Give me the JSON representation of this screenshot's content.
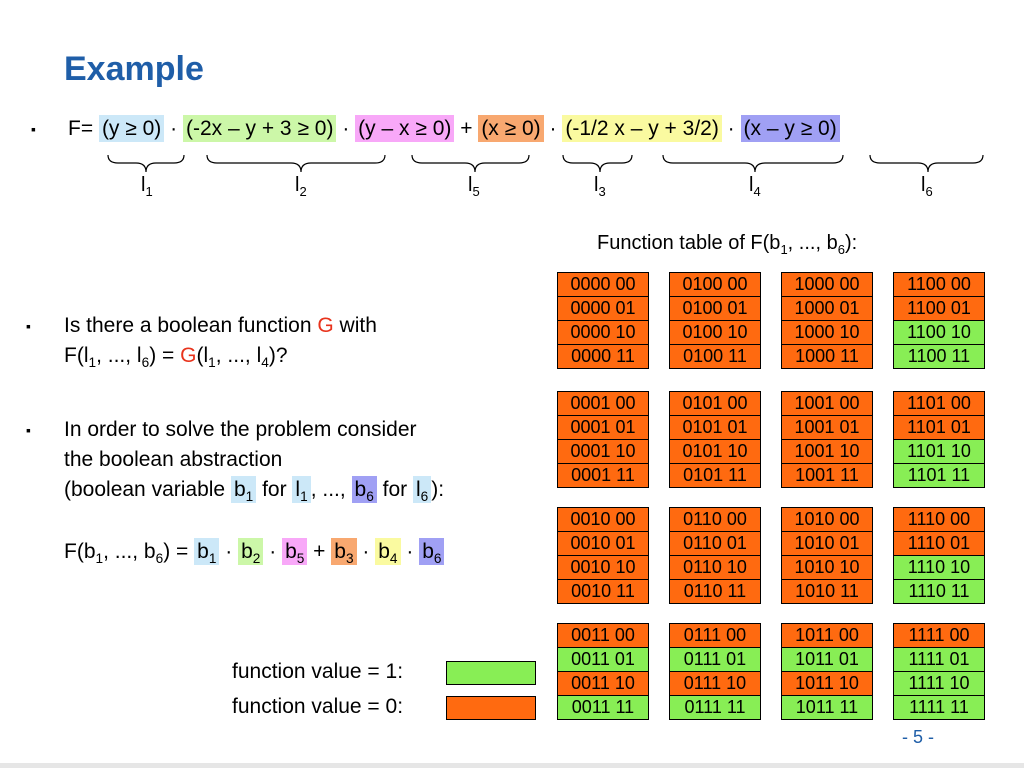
{
  "title": "Example",
  "bullet_glyph": "▪",
  "formula": {
    "prefix": "F= ",
    "terms": [
      {
        "text": "(y ≥ 0)",
        "cls": "c1"
      },
      {
        "op": " · "
      },
      {
        "text": "(-2x – y + 3 ≥ 0)",
        "cls": "c2"
      },
      {
        "op": " · "
      },
      {
        "text": "(y – x ≥ 0)",
        "cls": "c5"
      },
      {
        "op": " + "
      },
      {
        "text": "(x ≥ 0)",
        "cls": "c3"
      },
      {
        "op": " · "
      },
      {
        "text": "(-1/2 x – y + 3/2)",
        "cls": "c4"
      },
      {
        "op": " · "
      },
      {
        "text": "(x – y ≥ 0)",
        "cls": "c6"
      }
    ],
    "literals": [
      {
        "base": "l",
        "sub": "1"
      },
      {
        "base": "l",
        "sub": "2"
      },
      {
        "base": "l",
        "sub": "5"
      },
      {
        "base": "l",
        "sub": "3"
      },
      {
        "base": "l",
        "sub": "4"
      },
      {
        "base": "l",
        "sub": "6"
      }
    ]
  },
  "question": {
    "line1_a": "Is there a boolean function ",
    "line1_g": "G",
    "line1_b": " with",
    "line2_a": "F(l",
    "line2_s1": "1",
    "line2_b": ", ..., l",
    "line2_s6": "6",
    "line2_c": ") = ",
    "line2_g": "G",
    "line2_d": "(l",
    "line2_s1b": "1",
    "line2_e": ", ..., l",
    "line2_s4": "4",
    "line2_f": ")?"
  },
  "abstraction": {
    "line1": "In order to solve the problem consider",
    "line2": "the boolean abstraction",
    "line3_a": "(boolean variable ",
    "b1": "b",
    "b1_sub": "1",
    "line3_b": " for ",
    "l1": "l",
    "l1_sub": "1",
    "line3_c": ", ..., ",
    "b6": "b",
    "b6_sub": "6",
    "line3_d": " for ",
    "l6": "l",
    "l6_sub": "6",
    "line3_e": "):",
    "eq_a": "F(b",
    "eq_s1": "1",
    "eq_b": ", ..., b",
    "eq_s6": "6",
    "eq_c": ") = ",
    "eq_terms": [
      {
        "text": "b",
        "sub": "1",
        "cls": "c1"
      },
      {
        "op": " · "
      },
      {
        "text": "b",
        "sub": "2",
        "cls": "c2"
      },
      {
        "op": " · "
      },
      {
        "text": "b",
        "sub": "5",
        "cls": "c5"
      },
      {
        "op": " + "
      },
      {
        "text": "b",
        "sub": "3",
        "cls": "c3"
      },
      {
        "op": " · "
      },
      {
        "text": "b",
        "sub": "4",
        "cls": "c4"
      },
      {
        "op": " · "
      },
      {
        "text": "b",
        "sub": "6",
        "cls": "c6"
      }
    ]
  },
  "function_table": {
    "title_a": "Function table of F(b",
    "title_s1": "1",
    "title_b": ", ..., b",
    "title_s6": "6",
    "title_c": "):",
    "groups": [
      [
        [
          "0000 00",
          0
        ],
        [
          "0000 01",
          0
        ],
        [
          "0000 10",
          0
        ],
        [
          "0000 11",
          0
        ]
      ],
      [
        [
          "0100 00",
          0
        ],
        [
          "0100 01",
          0
        ],
        [
          "0100 10",
          0
        ],
        [
          "0100 11",
          0
        ]
      ],
      [
        [
          "1000 00",
          0
        ],
        [
          "1000 01",
          0
        ],
        [
          "1000 10",
          0
        ],
        [
          "1000 11",
          0
        ]
      ],
      [
        [
          "1100 00",
          0
        ],
        [
          "1100 01",
          0
        ],
        [
          "1100 10",
          1
        ],
        [
          "1100 11",
          1
        ]
      ],
      [
        [
          "0001 00",
          0
        ],
        [
          "0001 01",
          0
        ],
        [
          "0001 10",
          0
        ],
        [
          "0001 11",
          0
        ]
      ],
      [
        [
          "0101 00",
          0
        ],
        [
          "0101 01",
          0
        ],
        [
          "0101 10",
          0
        ],
        [
          "0101 11",
          0
        ]
      ],
      [
        [
          "1001 00",
          0
        ],
        [
          "1001 01",
          0
        ],
        [
          "1001 10",
          0
        ],
        [
          "1001 11",
          0
        ]
      ],
      [
        [
          "1101 00",
          0
        ],
        [
          "1101 01",
          0
        ],
        [
          "1101 10",
          1
        ],
        [
          "1101 11",
          1
        ]
      ],
      [
        [
          "0010 00",
          0
        ],
        [
          "0010 01",
          0
        ],
        [
          "0010 10",
          0
        ],
        [
          "0010 11",
          0
        ]
      ],
      [
        [
          "0110 00",
          0
        ],
        [
          "0110 01",
          0
        ],
        [
          "0110 10",
          0
        ],
        [
          "0110 11",
          0
        ]
      ],
      [
        [
          "1010 00",
          0
        ],
        [
          "1010 01",
          0
        ],
        [
          "1010 10",
          0
        ],
        [
          "1010 11",
          0
        ]
      ],
      [
        [
          "1110 00",
          0
        ],
        [
          "1110 01",
          0
        ],
        [
          "1110 10",
          1
        ],
        [
          "1110 11",
          1
        ]
      ],
      [
        [
          "0011 00",
          0
        ],
        [
          "0011 01",
          1
        ],
        [
          "0011 10",
          0
        ],
        [
          "0011 11",
          1
        ]
      ],
      [
        [
          "0111 00",
          0
        ],
        [
          "0111 01",
          1
        ],
        [
          "0111 10",
          0
        ],
        [
          "0111 11",
          1
        ]
      ],
      [
        [
          "1011 00",
          0
        ],
        [
          "1011 01",
          1
        ],
        [
          "1011 10",
          0
        ],
        [
          "1011 11",
          1
        ]
      ],
      [
        [
          "1111 00",
          0
        ],
        [
          "1111 01",
          1
        ],
        [
          "1111 10",
          1
        ],
        [
          "1111 11",
          1
        ]
      ]
    ]
  },
  "legend": {
    "one": "function value = 1:",
    "zero": "function value = 0:",
    "color_one": "#88ee55",
    "color_zero": "#ff6a10"
  },
  "page_number": "- 5 -"
}
